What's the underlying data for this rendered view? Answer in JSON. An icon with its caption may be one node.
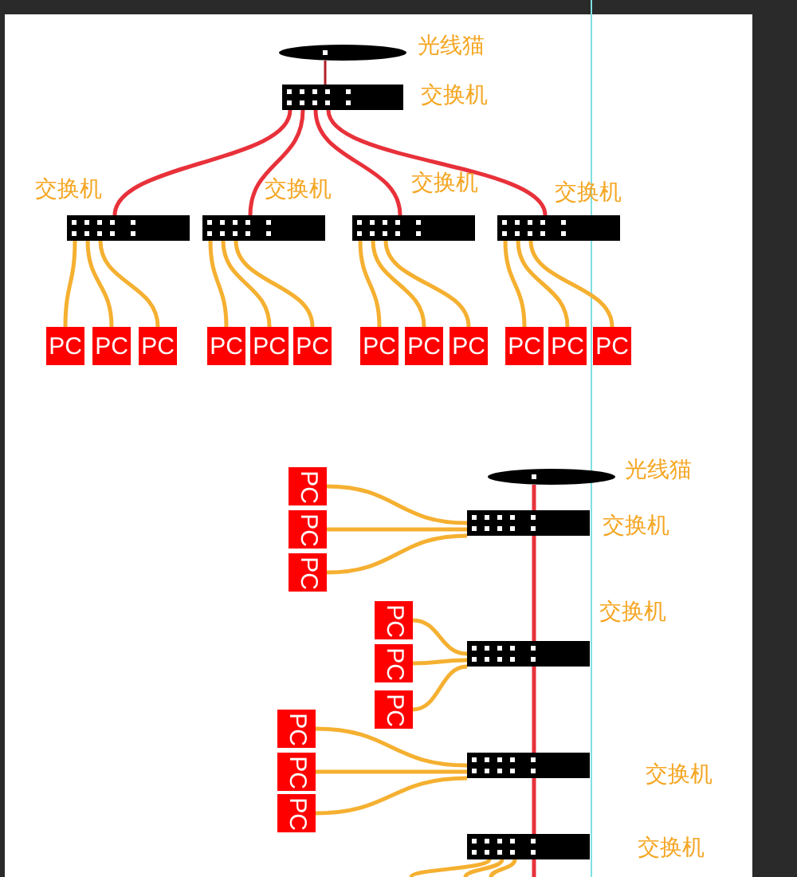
{
  "diagram": {
    "nodes": [
      {
        "text": [],
        "shape": "ellipse",
        "beside": [
          "光线猫"
        ]
      },
      {
        "text": [],
        "shape": "bar",
        "beside": [
          "交换机"
        ]
      },
      {
        "text": [],
        "shape": "bar",
        "beside": [
          "交换机"
        ]
      },
      {
        "text": [],
        "shape": "bar",
        "beside": [
          "交换机"
        ]
      },
      {
        "text": [],
        "shape": "bar",
        "beside": [
          "交换机"
        ]
      },
      {
        "text": [],
        "shape": "bar",
        "beside": [
          "交换机"
        ]
      },
      {
        "text": [
          "PC"
        ]
      },
      {
        "text": [
          "PC"
        ]
      },
      {
        "text": [
          "PC"
        ]
      },
      {
        "text": [
          "PC"
        ]
      },
      {
        "text": [
          "PC"
        ]
      },
      {
        "text": [
          "PC"
        ]
      },
      {
        "text": [
          "PC"
        ]
      },
      {
        "text": [
          "PC"
        ]
      },
      {
        "text": [
          "PC"
        ]
      },
      {
        "text": [
          "PC"
        ]
      },
      {
        "text": [
          "PC"
        ]
      },
      {
        "text": [
          "PC"
        ]
      },
      {
        "text": [],
        "shape": "ellipse",
        "beside": [
          "光线猫"
        ]
      },
      {
        "text": [],
        "shape": "bar",
        "beside": [
          "交换机"
        ]
      },
      {
        "text": [],
        "shape": "bar",
        "beside": [
          "交换机"
        ]
      },
      {
        "text": [],
        "shape": "bar",
        "beside": [
          "交换机"
        ]
      },
      {
        "text": [],
        "shape": "bar",
        "beside": [
          "交换机"
        ]
      },
      {
        "text": [
          "PC"
        ]
      },
      {
        "text": [
          "PC"
        ]
      },
      {
        "text": [
          "PC"
        ]
      },
      {
        "text": [
          "PC"
        ]
      },
      {
        "text": [
          "PC"
        ]
      },
      {
        "text": [
          "PC"
        ]
      },
      {
        "text": [
          "PC"
        ]
      },
      {
        "text": [
          "PC"
        ]
      },
      {
        "text": [
          "PC"
        ]
      }
    ],
    "edges": [
      {
        "from": 0,
        "to": 1,
        "arrow": "none",
        "color": "#b0202a"
      },
      {
        "from": 1,
        "to": 2,
        "arrow": "none",
        "color": "#e8313a"
      },
      {
        "from": 1,
        "to": 3,
        "arrow": "none",
        "color": "#e8313a"
      },
      {
        "from": 1,
        "to": 4,
        "arrow": "none",
        "color": "#e8313a"
      },
      {
        "from": 1,
        "to": 5,
        "arrow": "none",
        "color": "#e8313a"
      },
      {
        "from": 2,
        "to": 6,
        "arrow": "none"
      },
      {
        "from": 2,
        "to": 7,
        "arrow": "none"
      },
      {
        "from": 2,
        "to": 8,
        "arrow": "none"
      },
      {
        "from": 3,
        "to": 9,
        "arrow": "none"
      },
      {
        "from": 3,
        "to": 10,
        "arrow": "none"
      },
      {
        "from": 3,
        "to": 11,
        "arrow": "none"
      },
      {
        "from": 4,
        "to": 12,
        "arrow": "none"
      },
      {
        "from": 4,
        "to": 13,
        "arrow": "none"
      },
      {
        "from": 4,
        "to": 14,
        "arrow": "none"
      },
      {
        "from": 5,
        "to": 15,
        "arrow": "none"
      },
      {
        "from": 5,
        "to": 16,
        "arrow": "none"
      },
      {
        "from": 5,
        "to": 17,
        "arrow": "none"
      },
      {
        "from": 18,
        "to": 19,
        "arrow": "none",
        "color": "#e8313a"
      },
      {
        "from": 19,
        "to": 20,
        "arrow": "none",
        "color": "#e8313a"
      },
      {
        "from": 20,
        "to": 21,
        "arrow": "none",
        "color": "#e8313a"
      },
      {
        "from": 21,
        "to": 22,
        "arrow": "none",
        "color": "#e8313a"
      },
      {
        "from": 22,
        "to": null,
        "arrow": "none",
        "color": "#e8313a"
      },
      {
        "from": 19,
        "to": 23,
        "arrow": "none"
      },
      {
        "from": 19,
        "to": 24,
        "arrow": "none"
      },
      {
        "from": 19,
        "to": 25,
        "arrow": "none"
      },
      {
        "from": 20,
        "to": 26,
        "arrow": "none"
      },
      {
        "from": 20,
        "to": 27,
        "arrow": "none"
      },
      {
        "from": 20,
        "to": 28,
        "arrow": "none"
      },
      {
        "from": 21,
        "to": 29,
        "arrow": "none"
      },
      {
        "from": 21,
        "to": 30,
        "arrow": "none"
      },
      {
        "from": 21,
        "to": 31,
        "arrow": "none"
      },
      {
        "from": 22,
        "to": null,
        "arrow": "none"
      },
      {
        "from": 22,
        "to": null,
        "arrow": "none"
      },
      {
        "from": 22,
        "to": null,
        "arrow": "none"
      }
    ]
  }
}
